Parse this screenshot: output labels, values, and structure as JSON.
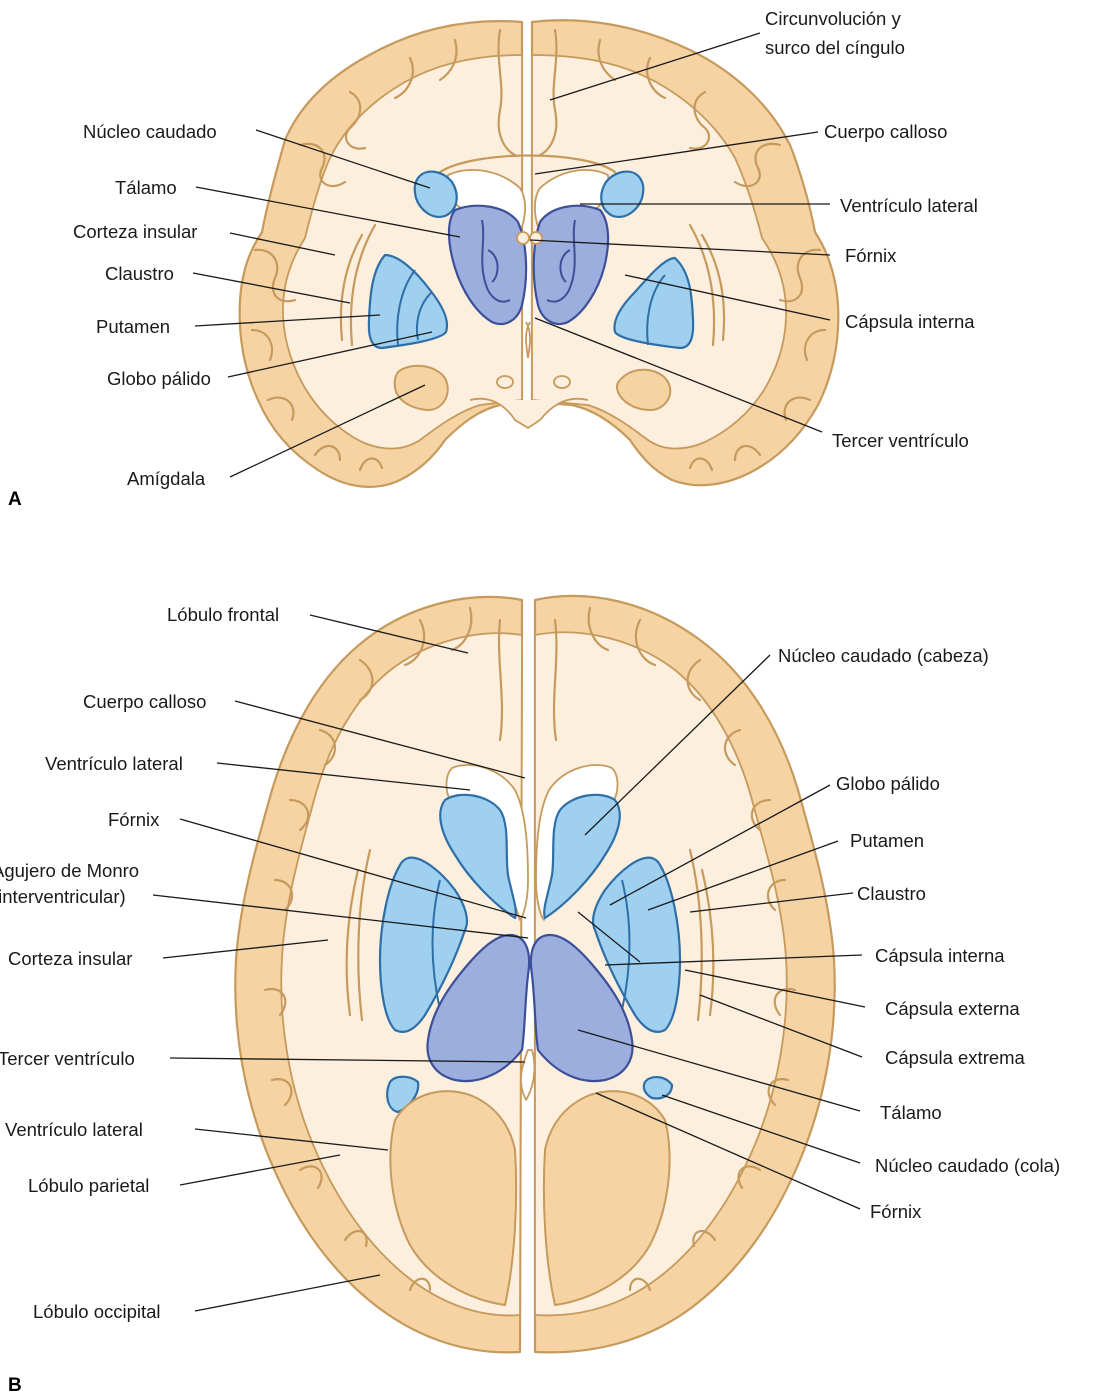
{
  "panel_a": {
    "letter": "A",
    "labels": {
      "cingulate_1": "Circunvolución y",
      "cingulate_2": "surco del cíngulo",
      "caudate": "Núcleo caudado",
      "corpus": "Cuerpo calloso",
      "thalamus": "Tálamo",
      "lat_vent": "Ventrículo lateral",
      "insula": "Corteza insular",
      "fornix": "Fórnix",
      "claustrum": "Claustro",
      "putamen": "Putamen",
      "int_capsule": "Cápsula interna",
      "globus": "Globo pálido",
      "third_vent": "Tercer ventrículo",
      "amygdala": "Amígdala"
    }
  },
  "panel_b": {
    "letter": "B",
    "labels": {
      "frontal": "Lóbulo frontal",
      "caudate_head": "Núcleo caudado (cabeza)",
      "corpus": "Cuerpo calloso",
      "lat_vent_1": "Ventrículo lateral",
      "globus": "Globo pálido",
      "fornix_1": "Fórnix",
      "putamen": "Putamen",
      "monro_1": "Agujero de Monro",
      "monro_2": "(interventricular)",
      "claustrum": "Claustro",
      "insula": "Corteza insular",
      "int_capsule": "Cápsula interna",
      "ext_capsule": "Cápsula externa",
      "third_vent": "Tercer ventrículo",
      "extreme_capsule": "Cápsula extrema",
      "lat_vent_2": "Ventrículo lateral",
      "thalamus": "Tálamo",
      "caudate_tail": "Núcleo caudado (cola)",
      "parietal": "Lóbulo parietal",
      "fornix_2": "Fórnix",
      "occipital": "Lóbulo occipital"
    }
  }
}
